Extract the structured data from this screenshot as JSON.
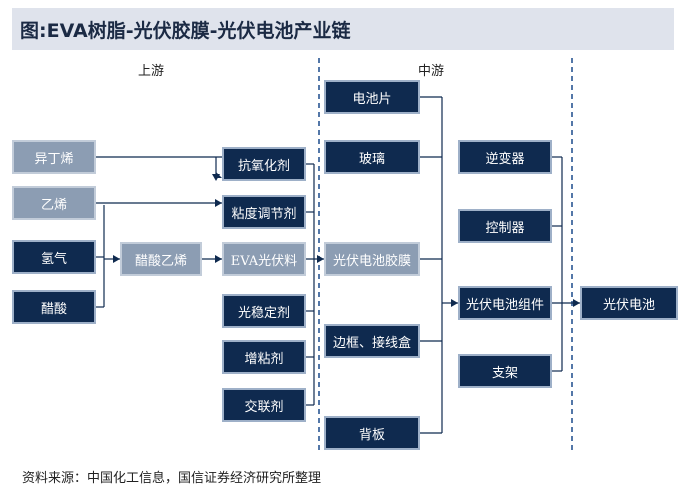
{
  "title": "图:EVA树脂-光伏胶膜-光伏电池产业链",
  "sections": {
    "upstream": "上游",
    "midstream": "中游"
  },
  "nodes": {
    "yiding_xi": "异丁烯",
    "yixi": "乙烯",
    "qingqi": "氢气",
    "cusuan": "醋酸",
    "cusuan_yixi": "醋酸乙烯",
    "kangyanghuaji": "抗氧化剂",
    "niandu_tiaojieji": "粘度调节剂",
    "eva_material": "EVA光伏料",
    "guangwending": "光稳定剂",
    "zengnianji": "增粘剂",
    "jiaolianji": "交联剂",
    "dianchipian": "电池片",
    "boli": "玻璃",
    "jiaomo": "光伏电池胶膜",
    "bianju": "边框、接线盒",
    "beiban": "背板",
    "nibianqi": "逆变器",
    "kongzhiqi": "控制器",
    "zujian": "光伏电池组件",
    "zhijia": "支架",
    "dianchi": "光伏电池"
  },
  "source": "资料来源：中国化工信息，国信证券经济研究所整理"
}
